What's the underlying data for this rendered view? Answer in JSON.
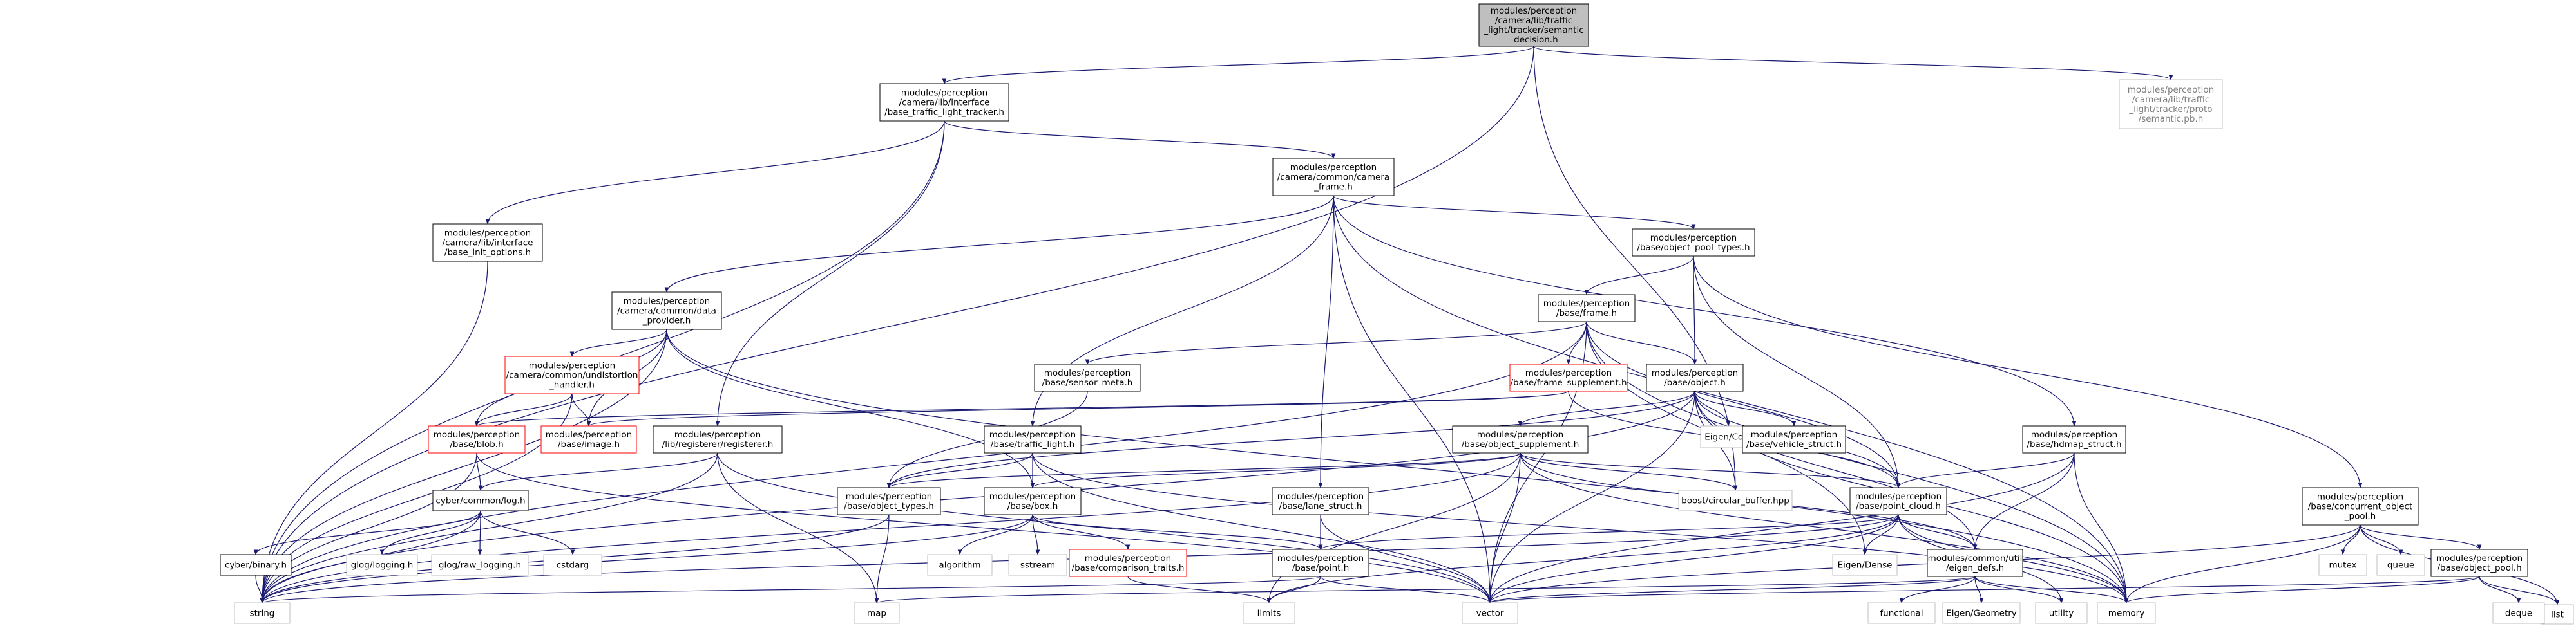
{
  "nodes": {
    "root": {
      "lines": [
        "modules/perception",
        "/camera/lib/traffic",
        "_light/tracker/semantic",
        "_decision.h"
      ],
      "kind": "root"
    },
    "tracker_pb": {
      "lines": [
        "modules/perception",
        "/camera/lib/traffic",
        "_light/tracker/proto",
        "/semantic.pb.h"
      ],
      "kind": "missing"
    },
    "base_tlt": {
      "lines": [
        "modules/perception",
        "/camera/lib/interface",
        "/base_traffic_light_tracker.h"
      ],
      "kind": "normal"
    },
    "camera_frame": {
      "lines": [
        "modules/perception",
        "/camera/common/camera",
        "_frame.h"
      ],
      "kind": "normal"
    },
    "base_init": {
      "lines": [
        "modules/perception",
        "/camera/lib/interface",
        "/base_init_options.h"
      ],
      "kind": "normal"
    },
    "obj_pool_types": {
      "lines": [
        "modules/perception",
        "/base/object_pool_types.h"
      ],
      "kind": "normal"
    },
    "base_frame": {
      "lines": [
        "modules/perception",
        "/base/frame.h"
      ],
      "kind": "normal"
    },
    "data_provider": {
      "lines": [
        "modules/perception",
        "/camera/common/data",
        "_provider.h"
      ],
      "kind": "normal"
    },
    "undistortion": {
      "lines": [
        "modules/perception",
        "/camera/common/undistortion",
        "_handler.h"
      ],
      "kind": "incomplete"
    },
    "sensor_meta": {
      "lines": [
        "modules/perception",
        "/base/sensor_meta.h"
      ],
      "kind": "normal"
    },
    "frame_supplement": {
      "lines": [
        "modules/perception",
        "/base/frame_supplement.h"
      ],
      "kind": "incomplete"
    },
    "base_object": {
      "lines": [
        "modules/perception",
        "/base/object.h"
      ],
      "kind": "normal"
    },
    "blob": {
      "lines": [
        "modules/perception",
        "/base/blob.h"
      ],
      "kind": "incomplete"
    },
    "image": {
      "lines": [
        "modules/perception",
        "/base/image.h"
      ],
      "kind": "incomplete"
    },
    "registerer": {
      "lines": [
        "modules/perception",
        "/lib/registerer/registerer.h"
      ],
      "kind": "normal"
    },
    "traffic_light": {
      "lines": [
        "modules/perception",
        "/base/traffic_light.h"
      ],
      "kind": "normal"
    },
    "object_supplement": {
      "lines": [
        "modules/perception",
        "/base/object_supplement.h"
      ],
      "kind": "normal"
    },
    "eigen_core": {
      "lines": [
        "Eigen/Core"
      ],
      "kind": "system"
    },
    "vehicle_struct": {
      "lines": [
        "modules/perception",
        "/base/vehicle_struct.h"
      ],
      "kind": "normal"
    },
    "hdmap_struct": {
      "lines": [
        "modules/perception",
        "/base/hdmap_struct.h"
      ],
      "kind": "normal"
    },
    "concurrent_pool": {
      "lines": [
        "modules/perception",
        "/base/concurrent_object",
        "_pool.h"
      ],
      "kind": "normal"
    },
    "log": {
      "lines": [
        "cyber/common/log.h"
      ],
      "kind": "normal"
    },
    "object_types": {
      "lines": [
        "modules/perception",
        "/base/object_types.h"
      ],
      "kind": "normal"
    },
    "box": {
      "lines": [
        "modules/perception",
        "/base/box.h"
      ],
      "kind": "normal"
    },
    "lane_struct": {
      "lines": [
        "modules/perception",
        "/base/lane_struct.h"
      ],
      "kind": "normal"
    },
    "circular_buffer": {
      "lines": [
        "boost/circular_buffer.hpp"
      ],
      "kind": "system"
    },
    "point_cloud": {
      "lines": [
        "modules/perception",
        "/base/point_cloud.h"
      ],
      "kind": "normal"
    },
    "binary": {
      "lines": [
        "cyber/binary.h"
      ],
      "kind": "normal"
    },
    "glog_logging": {
      "lines": [
        "glog/logging.h"
      ],
      "kind": "system"
    },
    "glog_raw": {
      "lines": [
        "glog/raw_logging.h"
      ],
      "kind": "system"
    },
    "cstdarg": {
      "lines": [
        "cstdarg"
      ],
      "kind": "system"
    },
    "algorithm": {
      "lines": [
        "algorithm"
      ],
      "kind": "system"
    },
    "sstream": {
      "lines": [
        "sstream"
      ],
      "kind": "system"
    },
    "comparison_traits": {
      "lines": [
        "modules/perception",
        "/base/comparison_traits.h"
      ],
      "kind": "incomplete"
    },
    "point": {
      "lines": [
        "modules/perception",
        "/base/point.h"
      ],
      "kind": "normal"
    },
    "eigen_dense": {
      "lines": [
        "Eigen/Dense"
      ],
      "kind": "system"
    },
    "eigen_defs": {
      "lines": [
        "modules/common/util",
        "/eigen_defs.h"
      ],
      "kind": "normal"
    },
    "mutex": {
      "lines": [
        "mutex"
      ],
      "kind": "system"
    },
    "queue": {
      "lines": [
        "queue"
      ],
      "kind": "system"
    },
    "object_pool": {
      "lines": [
        "modules/perception",
        "/base/object_pool.h"
      ],
      "kind": "normal"
    },
    "list": {
      "lines": [
        "list"
      ],
      "kind": "system"
    },
    "string": {
      "lines": [
        "string"
      ],
      "kind": "system"
    },
    "map": {
      "lines": [
        "map"
      ],
      "kind": "system"
    },
    "limits": {
      "lines": [
        "limits"
      ],
      "kind": "system"
    },
    "vector": {
      "lines": [
        "vector"
      ],
      "kind": "system"
    },
    "functional": {
      "lines": [
        "functional"
      ],
      "kind": "system"
    },
    "eigen_geometry": {
      "lines": [
        "Eigen/Geometry"
      ],
      "kind": "system"
    },
    "utility": {
      "lines": [
        "utility"
      ],
      "kind": "system"
    },
    "memory": {
      "lines": [
        "memory"
      ],
      "kind": "system"
    },
    "deque": {
      "lines": [
        "deque"
      ],
      "kind": "system"
    }
  },
  "edges": [
    [
      "root",
      "tracker_pb"
    ],
    [
      "root",
      "base_tlt"
    ],
    [
      "root",
      "string"
    ],
    [
      "root",
      "circular_buffer"
    ],
    [
      "base_tlt",
      "camera_frame"
    ],
    [
      "base_tlt",
      "base_init"
    ],
    [
      "base_tlt",
      "registerer"
    ],
    [
      "base_tlt",
      "string"
    ],
    [
      "base_init",
      "string"
    ],
    [
      "camera_frame",
      "data_provider"
    ],
    [
      "camera_frame",
      "obj_pool_types"
    ],
    [
      "camera_frame",
      "traffic_light"
    ],
    [
      "camera_frame",
      "lane_struct"
    ],
    [
      "camera_frame",
      "hdmap_struct"
    ],
    [
      "camera_frame",
      "vector"
    ],
    [
      "camera_frame",
      "memory"
    ],
    [
      "obj_pool_types",
      "base_frame"
    ],
    [
      "obj_pool_types",
      "base_object"
    ],
    [
      "obj_pool_types",
      "concurrent_pool"
    ],
    [
      "obj_pool_types",
      "point_cloud"
    ],
    [
      "base_frame",
      "sensor_meta"
    ],
    [
      "base_frame",
      "frame_supplement"
    ],
    [
      "base_frame",
      "base_object"
    ],
    [
      "base_frame",
      "point_cloud"
    ],
    [
      "base_frame",
      "eigen_dense"
    ],
    [
      "base_frame",
      "vector"
    ],
    [
      "base_frame",
      "memory"
    ],
    [
      "base_frame",
      "string"
    ],
    [
      "data_provider",
      "undistortion"
    ],
    [
      "data_provider",
      "blob"
    ],
    [
      "data_provider",
      "image"
    ],
    [
      "data_provider",
      "box"
    ],
    [
      "data_provider",
      "string"
    ],
    [
      "data_provider",
      "memory"
    ],
    [
      "undistortion",
      "blob"
    ],
    [
      "undistortion",
      "image"
    ],
    [
      "undistortion",
      "string"
    ],
    [
      "sensor_meta",
      "object_types"
    ],
    [
      "frame_supplement",
      "blob"
    ],
    [
      "frame_supplement",
      "image"
    ],
    [
      "frame_supplement",
      "point_cloud"
    ],
    [
      "base_object",
      "object_supplement"
    ],
    [
      "base_object",
      "eigen_core"
    ],
    [
      "base_object",
      "vehicle_struct"
    ],
    [
      "base_object",
      "circular_buffer"
    ],
    [
      "base_object",
      "point_cloud"
    ],
    [
      "base_object",
      "object_types"
    ],
    [
      "base_object",
      "string"
    ],
    [
      "base_object",
      "vector"
    ],
    [
      "base_object",
      "memory"
    ],
    [
      "base_object",
      "eigen_defs"
    ],
    [
      "blob",
      "log"
    ],
    [
      "blob",
      "string"
    ],
    [
      "blob",
      "vector"
    ],
    [
      "registerer",
      "log"
    ],
    [
      "registerer",
      "map"
    ],
    [
      "registerer",
      "string"
    ],
    [
      "registerer",
      "vector"
    ],
    [
      "traffic_light",
      "box"
    ],
    [
      "traffic_light",
      "object_types"
    ],
    [
      "traffic_light",
      "vector"
    ],
    [
      "traffic_light",
      "memory"
    ],
    [
      "object_supplement",
      "box"
    ],
    [
      "object_supplement",
      "object_types"
    ],
    [
      "object_supplement",
      "circular_buffer"
    ],
    [
      "object_supplement",
      "point_cloud"
    ],
    [
      "object_supplement",
      "eigen_defs"
    ],
    [
      "object_supplement",
      "string"
    ],
    [
      "object_supplement",
      "vector"
    ],
    [
      "object_supplement",
      "memory"
    ],
    [
      "object_supplement",
      "limits"
    ],
    [
      "hdmap_struct",
      "point_cloud"
    ],
    [
      "hdmap_struct",
      "eigen_defs"
    ],
    [
      "hdmap_struct",
      "vector"
    ],
    [
      "hdmap_struct",
      "memory"
    ],
    [
      "concurrent_pool",
      "mutex"
    ],
    [
      "concurrent_pool",
      "queue"
    ],
    [
      "concurrent_pool",
      "object_pool"
    ],
    [
      "concurrent_pool",
      "list"
    ],
    [
      "concurrent_pool",
      "memory"
    ],
    [
      "concurrent_pool",
      "vector"
    ],
    [
      "object_pool",
      "deque"
    ],
    [
      "object_pool",
      "list"
    ],
    [
      "object_pool",
      "memory"
    ],
    [
      "object_pool",
      "vector"
    ],
    [
      "log",
      "binary"
    ],
    [
      "log",
      "glog_logging"
    ],
    [
      "log",
      "glog_raw"
    ],
    [
      "log",
      "cstdarg"
    ],
    [
      "log",
      "string"
    ],
    [
      "binary",
      "string"
    ],
    [
      "object_types",
      "map"
    ],
    [
      "object_types",
      "string"
    ],
    [
      "box",
      "algorithm"
    ],
    [
      "box",
      "sstream"
    ],
    [
      "box",
      "comparison_traits"
    ],
    [
      "box",
      "point"
    ],
    [
      "box",
      "string"
    ],
    [
      "comparison_traits",
      "limits"
    ],
    [
      "lane_struct",
      "point"
    ],
    [
      "lane_struct",
      "vector"
    ],
    [
      "point_cloud",
      "point"
    ],
    [
      "point_cloud",
      "eigen_dense"
    ],
    [
      "point_cloud",
      "eigen_defs"
    ],
    [
      "point_cloud",
      "vector"
    ],
    [
      "point_cloud",
      "memory"
    ],
    [
      "point_cloud",
      "utility"
    ],
    [
      "point_cloud",
      "limits"
    ],
    [
      "point_cloud",
      "string"
    ],
    [
      "point",
      "limits"
    ],
    [
      "point",
      "vector"
    ],
    [
      "point",
      "string"
    ],
    [
      "eigen_defs",
      "functional"
    ],
    [
      "eigen_defs",
      "eigen_geometry"
    ],
    [
      "eigen_defs",
      "utility"
    ],
    [
      "eigen_defs",
      "map"
    ],
    [
      "eigen_defs",
      "vector"
    ],
    [
      "eigen_defs",
      "memory"
    ]
  ],
  "colors": {
    "edge": "#191970",
    "border_normal": "#000000",
    "border_incomplete": "#ff0000",
    "border_missing": "#bfbfbf",
    "root_fill": "#bfbfbf",
    "text": "#000000",
    "text_missing": "#7f7f7f",
    "system_text": "#000000"
  }
}
